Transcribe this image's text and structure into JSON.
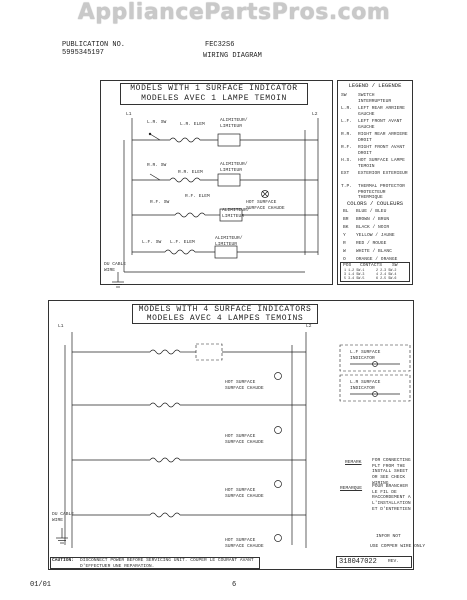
{
  "watermark": "AppliancePartsPros.com",
  "header": {
    "pub_label": "PUBLICATION NO.",
    "pub_number": "5995345197",
    "model": "FEC32S6",
    "title": "WIRING DIAGRAM"
  },
  "section1": {
    "title_en": "MODELS WITH 1 SURFACE INDICATOR",
    "title_fr": "MODELES AVEC 1 LAMPE TEMOIN",
    "l1": "L1",
    "l2": "L2",
    "elements": [
      {
        "switch": "L.R. SW",
        "element": "L.R. ELEM",
        "limiter": "ALIMITEUR/ LIMITEUR"
      },
      {
        "switch": "R.R. SW",
        "element": "R.R. ELEM",
        "limiter": "ALIMITEUR/ LIMITEUR"
      },
      {
        "switch": "R.F. SW",
        "element": "R.F. ELEM",
        "limiter": "ALIMITEUR/ LIMITEUR"
      },
      {
        "switch": "L.F. SW",
        "element": "L.F. ELEM",
        "limiter": "ALIMITEUR/ LIMITEUR"
      }
    ],
    "indicator": "HOT SURFACE SURFACE CHAUDE",
    "ground": "DU CABLE WIRE"
  },
  "section2": {
    "title_en": "MODELS WITH 4 SURFACE INDICATORS",
    "title_fr": "MODELES AVEC 4 LAMPES TEMOINS",
    "l1": "L1",
    "l2": "L2",
    "indicator": "HOT SURFACE SURFACE CHAUDE",
    "ground": "DU CABLE WIRE",
    "remark_label": "REMARK",
    "remark_text": "FOR CONNECTING PLT FROM THE INSTALL SHEET OR SEE CHECK WIRING",
    "remarque_label": "REMARQUE",
    "remarque_text": "POUR BRANCHER LE FIL DE RACCORDEMENT A L'INSTALLATION ET D'ENTRETIEN",
    "inset_titles": [
      "L.F SURFACE INDICATOR",
      "L.R SURFACE INDICATOR"
    ]
  },
  "legend": {
    "title": "LEGEND / LEGENDE",
    "entries": [
      [
        "SW",
        "SWITCH INTERRUPTEUR"
      ],
      [
        "L.R.",
        "LEFT REAR ARRIERE GAUCHE"
      ],
      [
        "L.F.",
        "LEFT FRONT AVANT GAUCHE"
      ],
      [
        "R.R.",
        "RIGHT REAR ARRIERE DROIT"
      ],
      [
        "R.F.",
        "RIGHT FRONT AVANT DROIT"
      ],
      [
        "H.S.",
        "HOT SURFACE LAMPE TEMOIN"
      ],
      [
        "EXT",
        "EXTERIOR EXTERIEUR"
      ],
      [
        "T.P.",
        "THERMAL PROTECTOR PROTECTEUR THERMIQUE"
      ]
    ],
    "colors_title": "COLORS / COULEURS",
    "colors": [
      [
        "BL",
        "BLUE / BLEU"
      ],
      [
        "BR",
        "BROWN / BRUN"
      ],
      [
        "BK",
        "BLACK / NOIR"
      ],
      [
        "Y",
        "YELLOW / JAUNE"
      ],
      [
        "R",
        "RED / ROUGE"
      ],
      [
        "W",
        "WHITE / BLANC"
      ],
      [
        "O",
        "ORANGE / ORANGE"
      ]
    ],
    "table_headers": [
      "POS",
      "CONTACTS",
      "SW"
    ],
    "table_rows": [
      [
        "1",
        "1-2",
        "SW-1"
      ],
      [
        "2",
        "2-3",
        "SW-2"
      ],
      [
        "3",
        "1-4",
        "SW-3"
      ],
      [
        "4",
        "2-4",
        "SW-4"
      ],
      [
        "5",
        "3-4",
        "SW-5"
      ],
      [
        "6",
        "2-5",
        "SW-6"
      ]
    ]
  },
  "caution": {
    "label": "CAUTION:",
    "text": "DISCONNECT POWER BEFORE SERVICING UNIT. COUPER LE COURANT AVANT D'EFFECTUER UNE REPARATION."
  },
  "info": {
    "label": "INFOR NOT",
    "text": "USE COPPER WIRE ONLY",
    "part_number": "318047022",
    "rev": "REV."
  },
  "footer": {
    "date": "01/01",
    "page": "6"
  }
}
